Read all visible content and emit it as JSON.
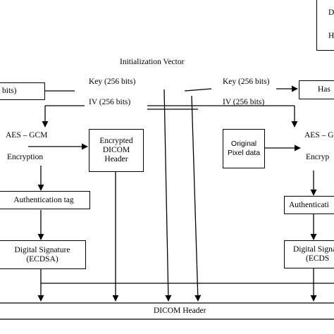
{
  "top_right_box": {
    "line1": "D",
    "line2": "H"
  },
  "init_vector": "Initialization Vector",
  "left": {
    "cut_key_box": "bits)",
    "iv_label": "IV (256 bits)",
    "aes_label": "AES – GCM",
    "encryption_label": "Encryption",
    "encrypted_header": [
      "Encrypted",
      "DICOM",
      "Header"
    ],
    "auth_tag": "Authentication tag",
    "signature": [
      "Digital Signature",
      "(ECDSA)"
    ]
  },
  "right": {
    "key_label": "Key (256 bits)",
    "iv_label": "IV (256 bits)",
    "hash_box": "Has",
    "original_pixel": [
      "Original",
      "Pixel data"
    ],
    "aes_label": "AES – G",
    "encryption_label": "Encryp",
    "auth_tag": "Authenticati",
    "signature": [
      "Digital Signa",
      "(ECDS"
    ]
  },
  "center_key_label": "Key (256 bits)",
  "dicom_header": "DICOM Header"
}
